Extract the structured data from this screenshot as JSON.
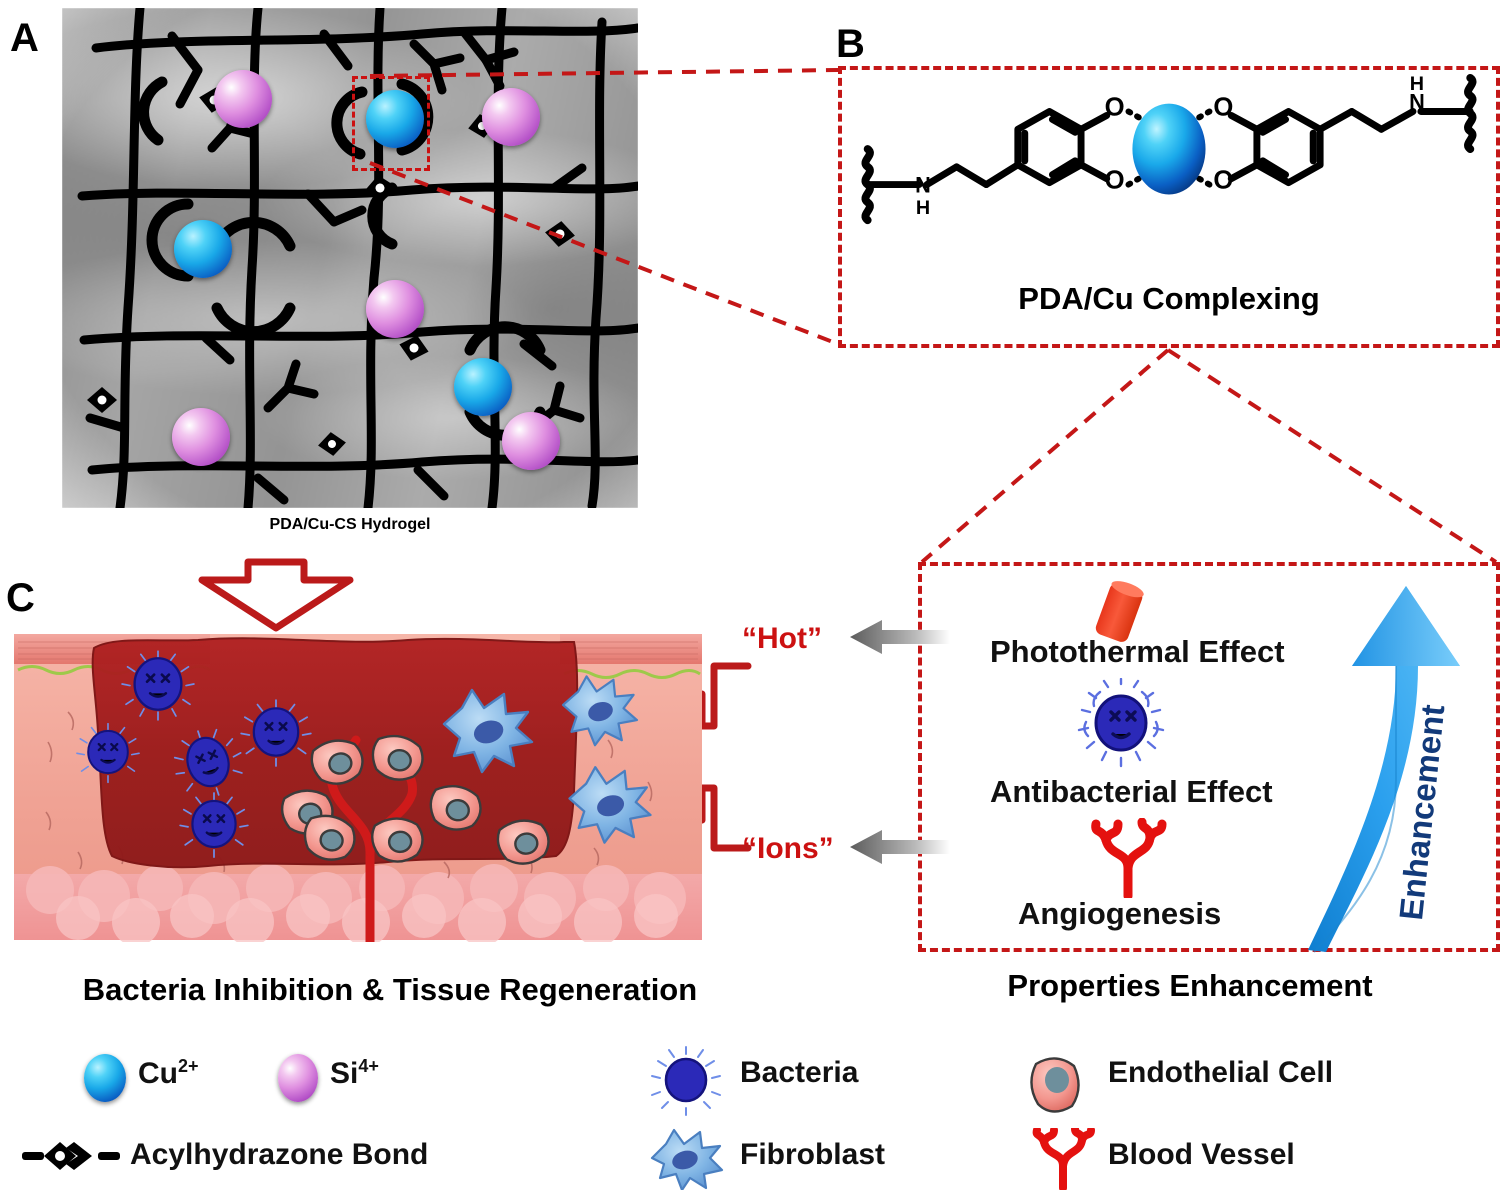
{
  "figure": {
    "type": "scientific-schematic",
    "panels": [
      {
        "id": "A",
        "letter": "A",
        "caption": "PDA/Cu-CS Hydrogel"
      },
      {
        "id": "B",
        "letter": "B",
        "caption": "PDA/Cu Complexing"
      },
      {
        "id": "C",
        "letter": "C",
        "caption": "Bacteria Inhibition & Tissue Regeneration"
      },
      {
        "id": "P",
        "letter": "",
        "caption": "Properties Enhancement"
      }
    ]
  },
  "panel_a": {
    "letter": "A",
    "caption": "PDA/Cu-CS Hydrogel",
    "background": "SEM micrograph of hydrogel",
    "cu_ions": 3,
    "si_ions": 5
  },
  "panel_b": {
    "letter": "B",
    "caption": "PDA/Cu Complexing",
    "structure": {
      "center_atom": "Cu",
      "left_group": "N-H",
      "right_group": "N-H",
      "oxygen_labels": [
        "O",
        "O",
        "O",
        "O"
      ]
    }
  },
  "panel_c": {
    "letter": "C",
    "caption": "Bacteria Inhibition & Tissue Regeneration"
  },
  "properties": {
    "caption": "Properties Enhancement",
    "items": [
      {
        "label": "Photothermal Effect",
        "icon": "red-rod-icon"
      },
      {
        "label": "Antibacterial Effect",
        "icon": "dead-bacteria-icon"
      },
      {
        "label": "Angiogenesis",
        "icon": "blood-vessel-icon"
      }
    ],
    "enhancement_arrow_label": "Enhancement",
    "arrow_color": "#1f93e0",
    "enhancement_text_color": "#123a7a"
  },
  "effect_arrows": [
    {
      "label": "“Hot”"
    },
    {
      "label": "“Ions”"
    }
  ],
  "legend": {
    "items": [
      {
        "icon": "cu-ion-sphere-icon",
        "label": "Cu",
        "sup": "2+"
      },
      {
        "icon": "si-ion-sphere-icon",
        "label": "Si",
        "sup": "4+"
      },
      {
        "icon": "bacteria-icon",
        "label": "Bacteria",
        "sup": ""
      },
      {
        "icon": "endothelial-cell-icon",
        "label": "Endothelial Cell",
        "sup": ""
      },
      {
        "icon": "acylhydrazone-bond-icon",
        "label": "Acylhydrazone Bond",
        "sup": ""
      },
      {
        "icon": "fibroblast-icon",
        "label": "Fibroblast",
        "sup": ""
      },
      {
        "icon": "blood-vessel-icon",
        "label": "Blood Vessel",
        "sup": ""
      }
    ]
  },
  "colors": {
    "dashed_red": "#c41717",
    "arrow_red": "#bb1a1a",
    "label_red": "#cc1111",
    "cu_blue": "#19a8e8",
    "si_purple": "#b552c8",
    "bacteria_blue": "#2b2bbd",
    "fibroblast_blue": "#6c9edb",
    "vessel_red": "#e01b1b",
    "photothermal_orange": "#f04a28",
    "enhancement_blue": "#1f93e0",
    "wound_red": "#a81f1f",
    "skin_pink": "#f2a69b"
  }
}
